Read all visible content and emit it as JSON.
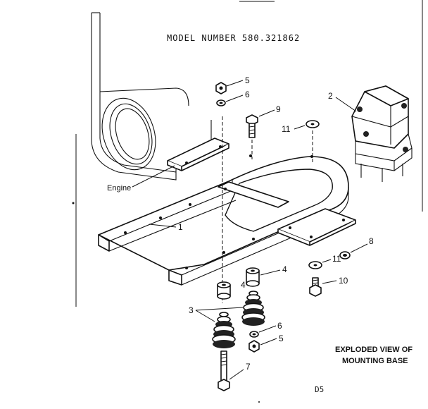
{
  "header": {
    "model_number": "MODEL NUMBER 580.321862"
  },
  "labels": {
    "engine": "Engine",
    "callout_1": "1",
    "callout_2": "2",
    "callout_3": "3",
    "callout_4a": "4",
    "callout_4b": "4",
    "callout_5a": "5",
    "callout_5b": "5",
    "callout_6a": "6",
    "callout_6b": "6",
    "callout_7": "7",
    "callout_8": "8",
    "callout_9": "9",
    "callout_10": "10",
    "callout_11a": "11",
    "callout_11b": "11"
  },
  "caption": {
    "line1": "EXPLODED VIEW OF",
    "line2": "MOUNTING BASE"
  },
  "page_code": "D5"
}
